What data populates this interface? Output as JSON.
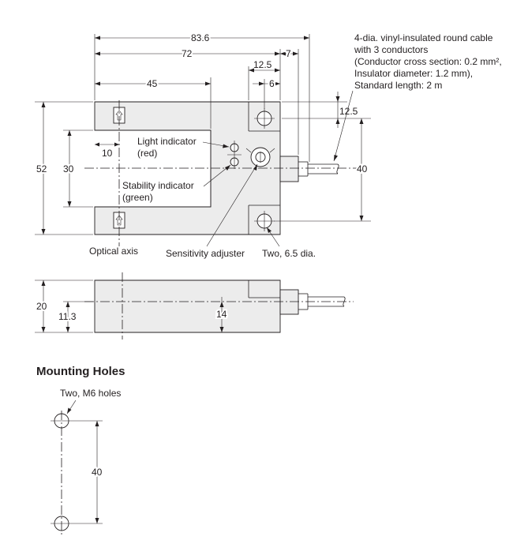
{
  "dimensions": {
    "overall_length": "83.6",
    "body_length": "72",
    "connector_to_cable": "7",
    "hole_offset_h": "12.5",
    "hole_center_to_center": "6",
    "slot_depth": "45",
    "optical_axis_offset": "10",
    "height": "52",
    "slot_width": "30",
    "hole_offset_v": "12.5",
    "hole_pitch": "40",
    "thickness": "20",
    "axis_height": "11.3",
    "side_depth": "14",
    "mount_pitch": "40"
  },
  "labels": {
    "cable_line1": "4-dia. vinyl-insulated round cable",
    "cable_line2": "with 3 conductors",
    "cable_line3": "(Conductor cross section: 0.2 mm²,",
    "cable_line4": "Insulator diameter: 1.2 mm),",
    "cable_line5": "Standard length: 2 m",
    "light_indicator": "Light indicator",
    "light_indicator_color": "(red)",
    "stability_indicator": "Stability indicator",
    "stability_indicator_color": "(green)",
    "optical_axis": "Optical axis",
    "sensitivity_adjuster": "Sensitivity adjuster",
    "mount_holes": "Two, 6.5 dia."
  },
  "mounting": {
    "title": "Mounting Holes",
    "holes_label": "Two, M6 holes"
  }
}
